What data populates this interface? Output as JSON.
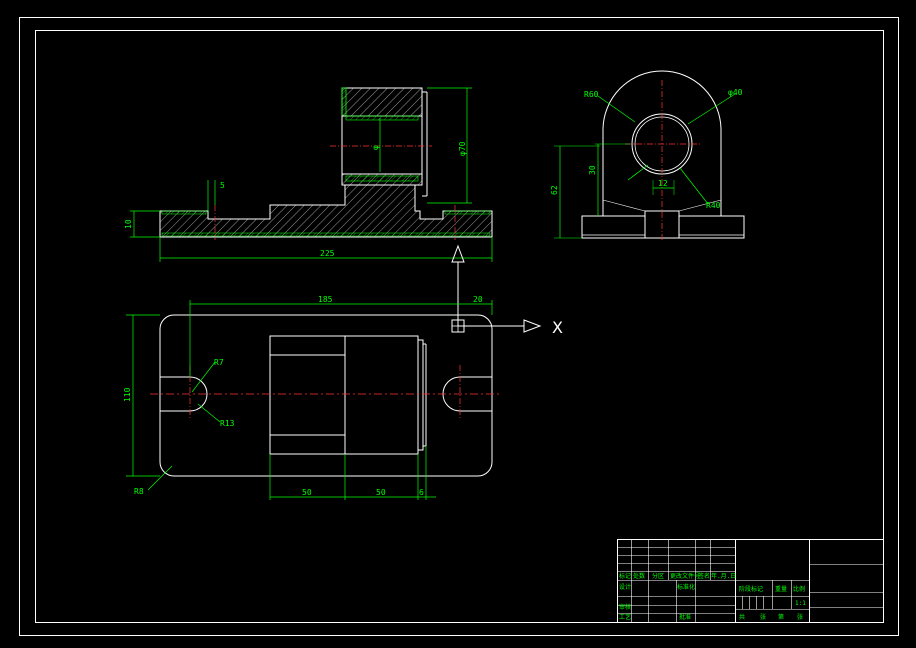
{
  "front_view": {
    "dims": {
      "overall_length": "225",
      "base_height": "10",
      "step": "5",
      "bore": "φ",
      "boss_diameter": "φ70"
    }
  },
  "side_view": {
    "dims": {
      "r_left": "R60",
      "dia_top": "φ40",
      "height_center": "30",
      "total_height": "62",
      "slot": "12",
      "r_bottom": "R40"
    }
  },
  "top_view": {
    "dims": {
      "len_185": "185",
      "len_20": "20",
      "width_110": "110",
      "r7": "R7",
      "r13": "R13",
      "r8": "R8",
      "len_50a": "50",
      "len_50b": "50",
      "len_6": "6"
    }
  },
  "ucs": {
    "x_label": "X"
  },
  "title_block": {
    "row1": [
      "标记",
      "处数",
      "分区",
      "更改文件号",
      "签名",
      "年.月.日"
    ],
    "row2": [
      "设计",
      "标准化"
    ],
    "row3": [
      "审核"
    ],
    "row4": [
      "工艺",
      "批准"
    ],
    "col_headers": [
      "阶段标记",
      "重量",
      "比例"
    ],
    "scale": "1:1",
    "footer": [
      "共",
      "张",
      "第",
      "张"
    ]
  }
}
